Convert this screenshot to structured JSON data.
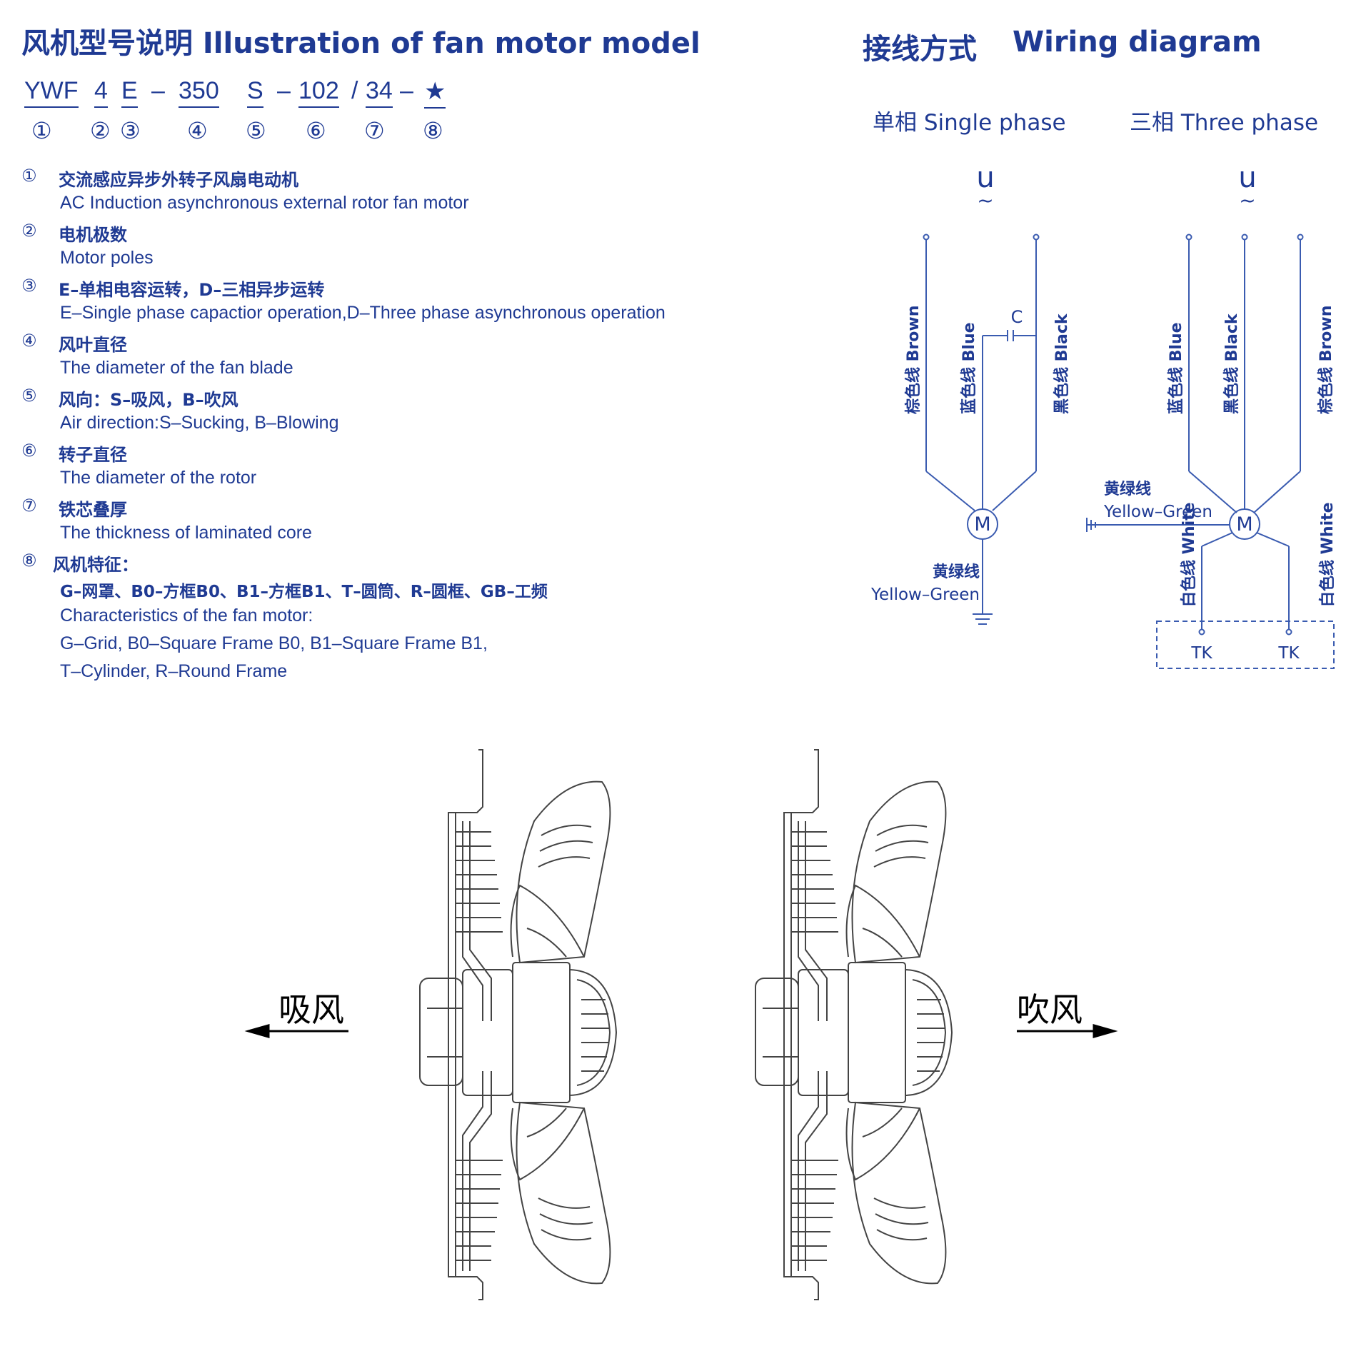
{
  "model": {
    "title": "风机型号说明 Illustration of fan motor model",
    "code_parts": [
      "YWF",
      "4",
      "E",
      "–",
      "350",
      "S",
      "–",
      "102",
      "/",
      "34",
      "–",
      "★"
    ],
    "numbers": [
      "①",
      "②",
      "③",
      "④",
      "⑤",
      "⑥",
      "⑦",
      "⑧"
    ],
    "items": [
      {
        "num": "①",
        "cn": "交流感应异步外转子风扇电动机",
        "en": [
          "AC Induction asynchronous external rotor fan motor"
        ]
      },
      {
        "num": "②",
        "cn": "电机极数",
        "en": [
          "Motor poles"
        ]
      },
      {
        "num": "③",
        "cn": "E–单相电容运转，D–三相异步运转",
        "en": [
          "E–Single phase capactior operation,D–Three phase asynchronous operation"
        ]
      },
      {
        "num": "④",
        "cn": "风叶直径",
        "en": [
          "The diameter of the fan blade"
        ]
      },
      {
        "num": "⑤",
        "cn": "风向：S–吸风，B–吹风",
        "en": [
          "Air direction:S–Sucking, B–Blowing"
        ]
      },
      {
        "num": "⑥",
        "cn": "转子直径",
        "en": [
          "The diameter of the rotor"
        ]
      },
      {
        "num": "⑦",
        "cn": "铁芯叠厚",
        "en": [
          "The thickness of laminated core"
        ]
      },
      {
        "num": "⑧",
        "cn": "风机特征：",
        "en": [
          "G–网罩、B0–方框B0、B1–方框B1、T–圆筒、R–圆框、GB–工频",
          "Characteristics of the fan motor:",
          "G–Grid, B0–Square Frame B0, B1–Square Frame B1,",
          "T–Cylinder, R–Round Frame"
        ]
      }
    ]
  },
  "wiring": {
    "title_cn": "接线方式",
    "title_en": "Wiring diagram",
    "single_label": "单相 Single phase",
    "three_label": "三相 Three phase",
    "u_label": "u",
    "tilde": "~",
    "motor": "M",
    "capacitor": "C",
    "single_wires": [
      "棕色线 Brown",
      "蓝色线 Blue",
      "黑色线 Black"
    ],
    "three_wires": [
      "蓝色线 Blue",
      "黑色线 Black",
      "棕色线 Brown"
    ],
    "ground_cn": "黄绿线",
    "ground_en": "Yellow–Green",
    "white_wire": "白色线 White",
    "tk": "TK"
  },
  "fans": {
    "left_label": "吸风",
    "right_label": "吹风"
  },
  "colors": {
    "text_blue": "#1f3a93",
    "line_blue": "#3a5bb0",
    "drawing_gray": "#444444"
  }
}
